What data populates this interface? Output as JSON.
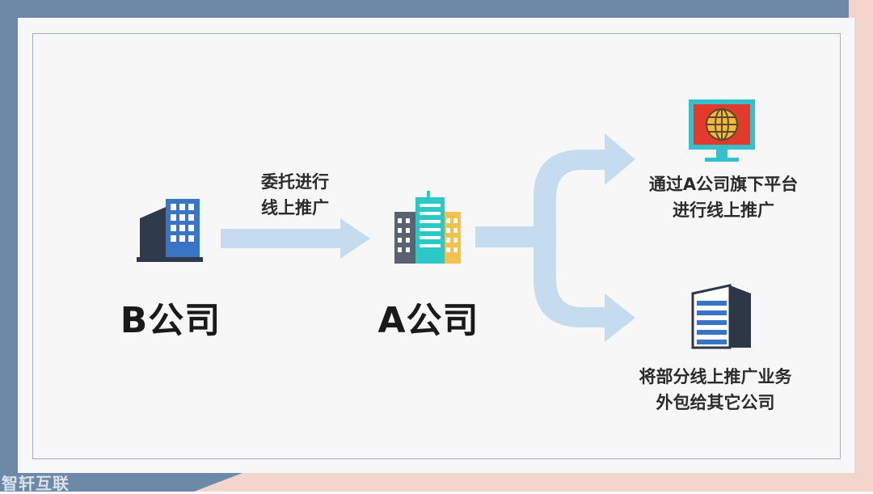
{
  "diagram": {
    "nodes": {
      "b_company": "B公司",
      "a_company": "A公司"
    },
    "edges": {
      "entrust": [
        "委托进行",
        "线上推广"
      ],
      "own_platform": [
        "通过A公司旗下平台",
        "进行线上推广"
      ],
      "outsource": [
        "将部分线上推广业务",
        "外包给其它公司"
      ]
    }
  },
  "watermark": "智轩互联",
  "colors": {
    "frame_blue": "#6c8aa8",
    "frame_pink": "#f3d5cc",
    "arrow": "#c5dcee",
    "panel": "#f7f7f7"
  },
  "icons": {
    "b_company": "office-building-icon",
    "a_company": "city-buildings-icon",
    "own_platform": "monitor-globe-icon",
    "outsource": "office-tower-icon"
  }
}
